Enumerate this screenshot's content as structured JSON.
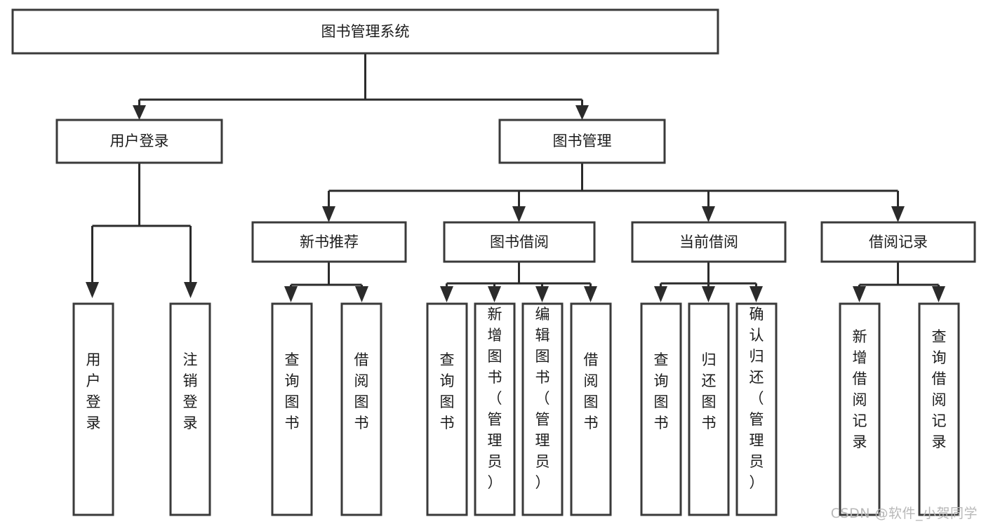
{
  "diagram": {
    "type": "tree-hierarchy-chart",
    "title": "图书管理系统",
    "orientation": "top-down",
    "background_color": "#ffffff",
    "box_stroke_color": "#3a3a3a",
    "box_fill_color": "#ffffff",
    "edge_color": "#2b2b2b",
    "text_color": "#1c1c1c"
  },
  "nodes": {
    "root": {
      "label": "图书管理系统",
      "level": 1,
      "orientation": "horizontal"
    },
    "level2": [
      {
        "id": "user-login",
        "label": "用户登录",
        "orientation": "horizontal"
      },
      {
        "id": "book-management",
        "label": "图书管理",
        "orientation": "horizontal"
      }
    ],
    "level3": [
      {
        "id": "new-book-recommend",
        "label": "新书推荐",
        "orientation": "horizontal",
        "parent": "book-management"
      },
      {
        "id": "book-borrow",
        "label": "图书借阅",
        "orientation": "horizontal",
        "parent": "book-management"
      },
      {
        "id": "current-borrow",
        "label": "当前借阅",
        "orientation": "horizontal",
        "parent": "book-management"
      },
      {
        "id": "borrow-record",
        "label": "借阅记录",
        "orientation": "horizontal",
        "parent": "book-management"
      }
    ],
    "leaves": [
      {
        "id": "leaf-user-login",
        "label": "用户登录",
        "orientation": "vertical",
        "parent": "user-login"
      },
      {
        "id": "leaf-user-logout",
        "label": "注销登录",
        "orientation": "vertical",
        "parent": "user-login"
      },
      {
        "id": "leaf-query-book-1",
        "label": "查询图书",
        "orientation": "vertical",
        "parent": "new-book-recommend"
      },
      {
        "id": "leaf-borrow-book-1",
        "label": "借阅图书",
        "orientation": "vertical",
        "parent": "new-book-recommend"
      },
      {
        "id": "leaf-query-book-2",
        "label": "查询图书",
        "orientation": "vertical",
        "parent": "book-borrow"
      },
      {
        "id": "leaf-add-book",
        "label": "新增图书（管理员）",
        "orientation": "vertical",
        "parent": "book-borrow"
      },
      {
        "id": "leaf-edit-book",
        "label": "编辑图书（管理员）",
        "orientation": "vertical",
        "parent": "book-borrow"
      },
      {
        "id": "leaf-borrow-book-2",
        "label": "借阅图书",
        "orientation": "vertical",
        "parent": "book-borrow"
      },
      {
        "id": "leaf-query-book-3",
        "label": "查询图书",
        "orientation": "vertical",
        "parent": "current-borrow"
      },
      {
        "id": "leaf-return-book",
        "label": "归还图书",
        "orientation": "vertical",
        "parent": "current-borrow"
      },
      {
        "id": "leaf-confirm-return",
        "label": "确认归还（管理员）",
        "orientation": "vertical",
        "parent": "current-borrow"
      },
      {
        "id": "leaf-add-record",
        "label": "新增借阅记录",
        "orientation": "vertical",
        "parent": "borrow-record"
      },
      {
        "id": "leaf-query-record",
        "label": "查询借阅记录",
        "orientation": "vertical",
        "parent": "borrow-record"
      }
    ]
  },
  "watermark": {
    "text": "CSDN @软件_小贺同学"
  }
}
